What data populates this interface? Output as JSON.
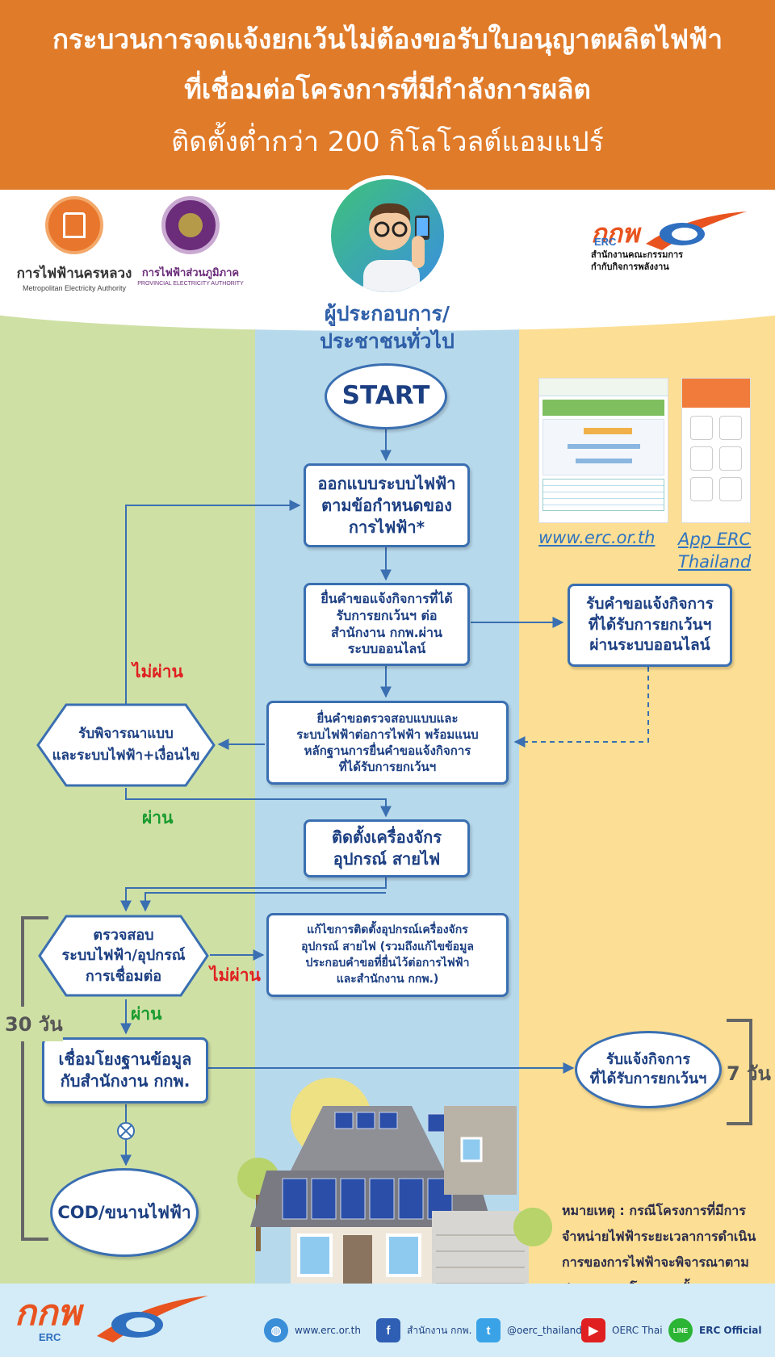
{
  "header": {
    "title_line1": "กระบวนการจดแจ้งยกเว้นไม่ต้องขอรับใบอนุญาตผลิตไฟฟ้า",
    "title_line2": "ที่เชื่อมต่อโครงการที่มีกำลังการผลิต",
    "title_line3": "ติดตั้งต่ำกว่า 200 กิโลโวลต์แอมแปร์"
  },
  "logos": {
    "mea_name": "การไฟฟ้านครหลวง",
    "mea_name_en": "Metropolitan Electricity Authority",
    "pea_name": "การไฟฟ้าส่วนภูมิภาค",
    "pea_name_en": "PROVINCIAL ELECTRICITY AUTHORITY",
    "erc_mark": "กกพ",
    "erc_sub": "ERC",
    "erc_office_line1": "สำนักงานคณะกรรมการ",
    "erc_office_line2": "กำกับกิจการพลังงาน"
  },
  "actor": {
    "line1": "ผู้ประกอบการ/",
    "line2": "ประชาชนทั่วไป"
  },
  "flow": {
    "start": "START",
    "design": [
      "ออกแบบระบบไฟฟ้า",
      "ตามข้อกำหนดของ",
      "การไฟฟ้า*"
    ],
    "submit_notice": [
      "ยื่นคำขอแจ้งกิจการที่ได้",
      "รับการยกเว้นฯ ต่อ",
      "สำนักงาน กกพ.ผ่าน",
      "ระบบออนไลน์"
    ],
    "receive_notice": [
      "รับคำขอแจ้งกิจการ",
      "ที่ได้รับการยกเว้นฯ",
      "ผ่านระบบออนไลน์"
    ],
    "submit_check": [
      "ยื่นคำขอตรวจสอบแบบและ",
      "ระบบไฟฟ้าต่อการไฟฟ้า พร้อมแนบ",
      "หลักฐานการยื่นคำขอแจ้งกิจการ",
      "ที่ได้รับการยกเว้นฯ"
    ],
    "review": [
      "รับพิจารณาแบบ",
      "และระบบไฟฟ้า+เงื่อนไข"
    ],
    "install": [
      "ติดตั้งเครื่องจักร",
      "อุปกรณ์ สายไฟ"
    ],
    "inspect": [
      "ตรวจสอบ",
      "ระบบไฟฟ้า/อุปกรณ์",
      "การเชื่อมต่อ"
    ],
    "fix": [
      "แก้ไขการติดตั้งอุปกรณ์เครื่องจักร",
      "อุปกรณ์ สายไฟ (รวมถึงแก้ไขข้อมูล",
      "ประกอบคำขอที่ยื่นไว้ต่อการไฟฟ้า",
      "และสำนักงาน กกพ.)"
    ],
    "link_data": [
      "เชื่อมโยงฐานข้อมูล",
      "กับสำนักงาน กกพ."
    ],
    "notified": [
      "รับแจ้งกิจการ",
      "ที่ได้รับการยกเว้นฯ"
    ],
    "cod": "COD/ขนานไฟฟ้า"
  },
  "labels": {
    "fail": "ไม่ผ่าน",
    "pass": "ผ่าน",
    "days30": "30 วัน",
    "days7": "7 วัน"
  },
  "channels": {
    "website": "www.erc.or.th",
    "app_line1": "App ERC",
    "app_line2": "Thailand"
  },
  "note": "หมายเหตุ : กรณีโครงการที่มีการจำหน่ายไฟฟ้าระยะเวลาการดำเนินการของการไฟฟ้าจะพิจารณาตามประกาศของโครงการนั้นๆ",
  "footer": {
    "website": "www.erc.or.th",
    "facebook": "สำนักงาน กกพ.",
    "twitter": "@oerc_thailand",
    "youtube": "OERC Thai",
    "line": "ERC Official",
    "line_icon_text": "LINE"
  },
  "colors": {
    "header": "#e07b2a",
    "lane_green": "#cfe0a5",
    "lane_blue": "#b7d9ec",
    "lane_yellow": "#fcdf94",
    "node_border": "#3a6fb1",
    "node_text": "#1c3f82",
    "fail": "#e02020",
    "pass": "#199b2e"
  }
}
